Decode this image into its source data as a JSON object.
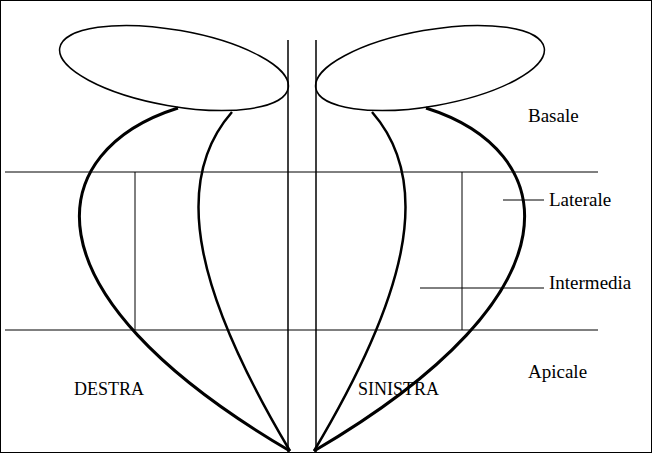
{
  "diagram": {
    "labels": [
      "Basale",
      "Laterale",
      "Intermedia",
      "Apicale",
      "DESTRA",
      "SINISTRA"
    ]
  }
}
